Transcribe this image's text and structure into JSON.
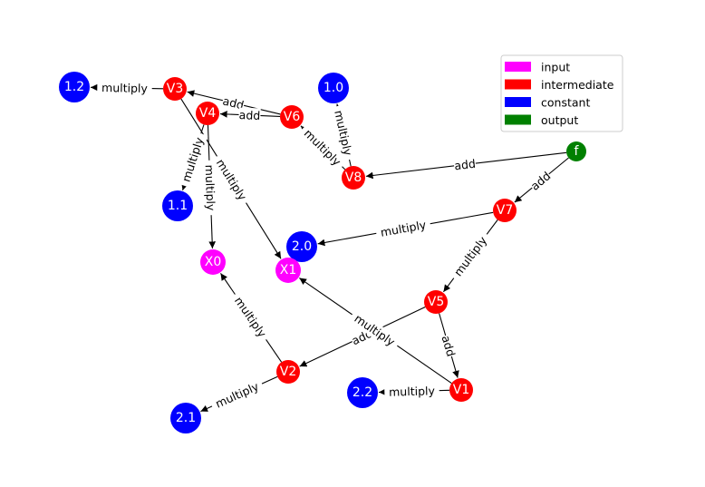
{
  "legend": [
    {
      "label": "input",
      "color": "#ff00ff"
    },
    {
      "label": "intermediate",
      "color": "#ff0000"
    },
    {
      "label": "constant",
      "color": "#0000ff"
    },
    {
      "label": "output",
      "color": "#008000"
    }
  ],
  "nodes": [
    {
      "id": "V3",
      "label": "V3",
      "kind": "intermediate"
    },
    {
      "id": "V4",
      "label": "V4",
      "kind": "intermediate"
    },
    {
      "id": "V6",
      "label": "V6",
      "kind": "intermediate"
    },
    {
      "id": "C1.2",
      "label": "1.2",
      "kind": "constant"
    },
    {
      "id": "C1.0",
      "label": "1.0",
      "kind": "constant"
    },
    {
      "id": "C1.1",
      "label": "1.1",
      "kind": "constant"
    },
    {
      "id": "V8",
      "label": "V8",
      "kind": "intermediate"
    },
    {
      "id": "f",
      "label": "f",
      "kind": "output"
    },
    {
      "id": "V7",
      "label": "V7",
      "kind": "intermediate"
    },
    {
      "id": "C2.0",
      "label": "2.0",
      "kind": "constant"
    },
    {
      "id": "X0",
      "label": "X0",
      "kind": "input"
    },
    {
      "id": "X1",
      "label": "X1",
      "kind": "input"
    },
    {
      "id": "V5",
      "label": "V5",
      "kind": "intermediate"
    },
    {
      "id": "V2",
      "label": "V2",
      "kind": "intermediate"
    },
    {
      "id": "V1",
      "label": "V1",
      "kind": "intermediate"
    },
    {
      "id": "C2.2",
      "label": "2.2",
      "kind": "constant"
    },
    {
      "id": "C2.1",
      "label": "2.1",
      "kind": "constant"
    }
  ],
  "edges": [
    {
      "from": "V3",
      "to": "C1.2",
      "label": "multiply"
    },
    {
      "from": "V6",
      "to": "V3",
      "label": "add"
    },
    {
      "from": "V6",
      "to": "V4",
      "label": "add"
    },
    {
      "from": "V4",
      "to": "C1.1",
      "label": "multiply"
    },
    {
      "from": "V4",
      "to": "X0",
      "label": "multiply"
    },
    {
      "from": "V3",
      "to": "X1",
      "label": "multiply"
    },
    {
      "from": "V8",
      "to": "C1.0",
      "label": "multiply"
    },
    {
      "from": "V8",
      "to": "V6",
      "label": "multiply"
    },
    {
      "from": "f",
      "to": "V8",
      "label": "add"
    },
    {
      "from": "f",
      "to": "V7",
      "label": "add"
    },
    {
      "from": "V7",
      "to": "C2.0",
      "label": "multiply"
    },
    {
      "from": "V7",
      "to": "V5",
      "label": "multiply"
    },
    {
      "from": "V5",
      "to": "V2",
      "label": "add"
    },
    {
      "from": "V5",
      "to": "V1",
      "label": "add"
    },
    {
      "from": "V2",
      "to": "X0",
      "label": "multiply"
    },
    {
      "from": "V2",
      "to": "C2.1",
      "label": "multiply"
    },
    {
      "from": "V1",
      "to": "X1",
      "label": "multiply"
    },
    {
      "from": "V1",
      "to": "C2.2",
      "label": "multiply"
    }
  ]
}
